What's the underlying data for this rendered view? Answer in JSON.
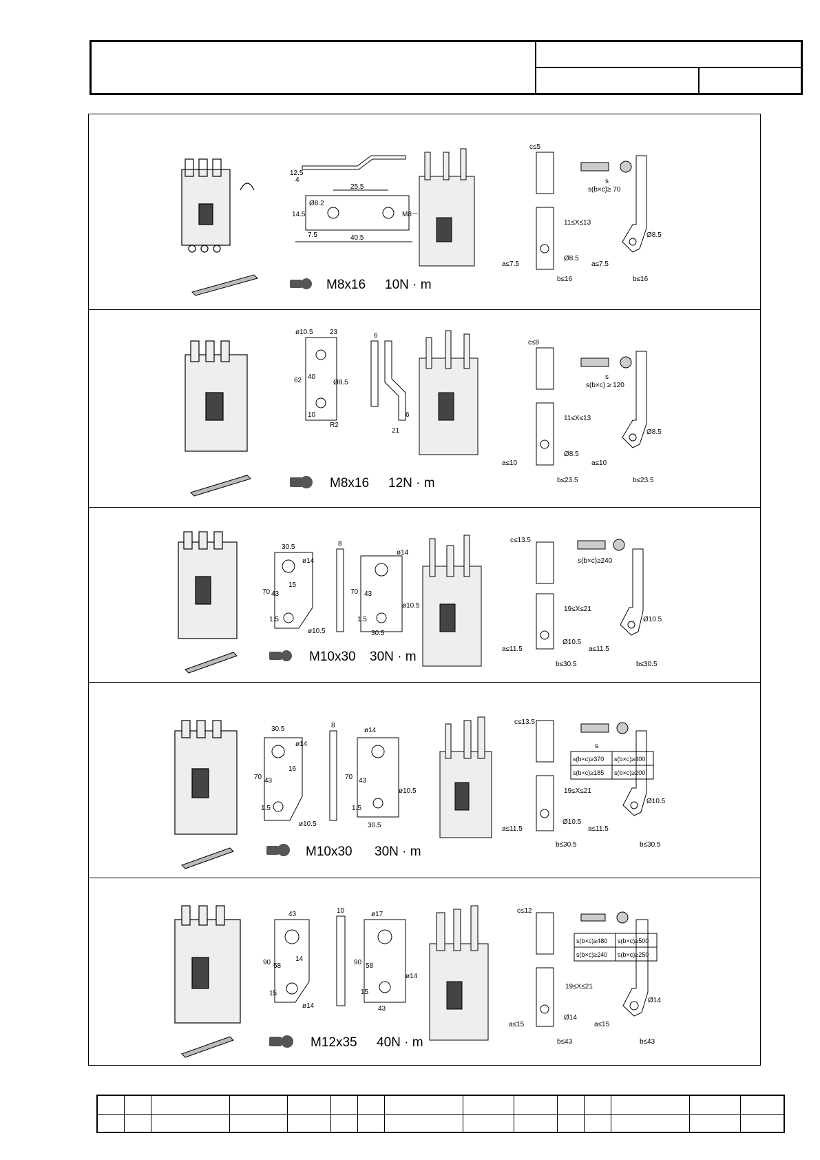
{
  "title_block": {
    "title": "",
    "sub_right_top": "",
    "sub_right_bottom_a": "",
    "sub_right_bottom_b": ""
  },
  "rows": [
    {
      "screw": "M8x16",
      "torque": "10N · m",
      "plate_dims": [
        "12.5",
        "4",
        "25.5",
        "14.5",
        "Ø8.2",
        "7.5",
        "40.5",
        "M8－6H"
      ],
      "bar": {
        "c": "c≤5",
        "s": "s",
        "section": "s(b×c)≥ 70",
        "x": "11≤X≤13",
        "hole": "Ø8.5",
        "a": "a≤7.5",
        "b": "b≤16"
      },
      "lug": {
        "hole": "Ø8.5",
        "a": "a≤7.5",
        "b": "b≤16"
      }
    },
    {
      "screw": "M8x16",
      "torque": "12N · m",
      "plate_dims": [
        "ø10.5",
        "23",
        "62",
        "40",
        "10",
        "Ø8.5",
        "R2",
        "6",
        "6",
        "21"
      ],
      "bar": {
        "c": "c≤8",
        "s": "s",
        "section": "s(b×c) ≥ 120",
        "x": "11≤X≤13",
        "hole": "Ø8.5",
        "a": "a≤10",
        "b": "b≤23.5"
      },
      "lug": {
        "hole": "Ø8.5",
        "a": "a≤10",
        "b": "b≤23.5"
      }
    },
    {
      "screw": "M10x30",
      "torque": "30N · m",
      "plate_dims": [
        "30.5",
        "ø14",
        "15",
        "70",
        "43",
        "1.5",
        "ø10.5",
        "8",
        "ø14",
        "70",
        "43",
        "ø10.5",
        "1.5",
        "30.5"
      ],
      "bar": {
        "c": "c≤13.5",
        "s": "",
        "section": "s(b×c)≥240",
        "x": "19≤X≤21",
        "hole": "Ø10.5",
        "a": "a≤11.5",
        "b": "b≤30.5"
      },
      "lug": {
        "hole": "Ø10.5",
        "a": "a≤11.5",
        "b": "b≤30.5"
      }
    },
    {
      "screw": "M10x30",
      "torque": "30N · m",
      "plate_dims": [
        "30.5",
        "ø14",
        "16",
        "70",
        "43",
        "1.5",
        "ø10.5",
        "8",
        "ø14",
        "70",
        "43",
        "ø10.5",
        "1.5",
        "30.5"
      ],
      "bar": {
        "c": "c≤13.5",
        "s": "s",
        "section_rows": [
          [
            "s(b×c)≥370",
            "s(b×c)≥400"
          ],
          [
            "s(b×c)≥185",
            "s(b×c)≥200"
          ]
        ],
        "x": "19≤X≤21",
        "hole": "Ø10.5",
        "a": "a≤11.5",
        "b": "b≤30.5"
      },
      "lug": {
        "hole": "Ø10.5",
        "a": "a≤11.5",
        "b": "b≤30.5"
      }
    },
    {
      "screw": "M12x35",
      "torque": "40N · m",
      "plate_dims": [
        "43",
        "14",
        "90",
        "58",
        "15",
        "ø14",
        "10",
        "ø17",
        "90",
        "58",
        "ø14",
        "15",
        "43"
      ],
      "bar": {
        "c": "c≤12",
        "s": "",
        "section_rows": [
          [
            "s(b×c)≥480",
            "s(b×c)≥500"
          ],
          [
            "s(b×c)≥240",
            "s(b×c)≥250"
          ]
        ],
        "x": "19≤X≤21",
        "hole": "Ø14",
        "a": "a≤15",
        "b": "b≤43"
      },
      "lug": {
        "hole": "Ø14",
        "a": "a≤15",
        "b": "b≤43"
      }
    }
  ],
  "footer_cells": [
    "",
    "",
    "",
    "",
    "",
    "",
    "",
    "",
    "",
    "",
    "",
    "",
    "",
    "",
    ""
  ]
}
